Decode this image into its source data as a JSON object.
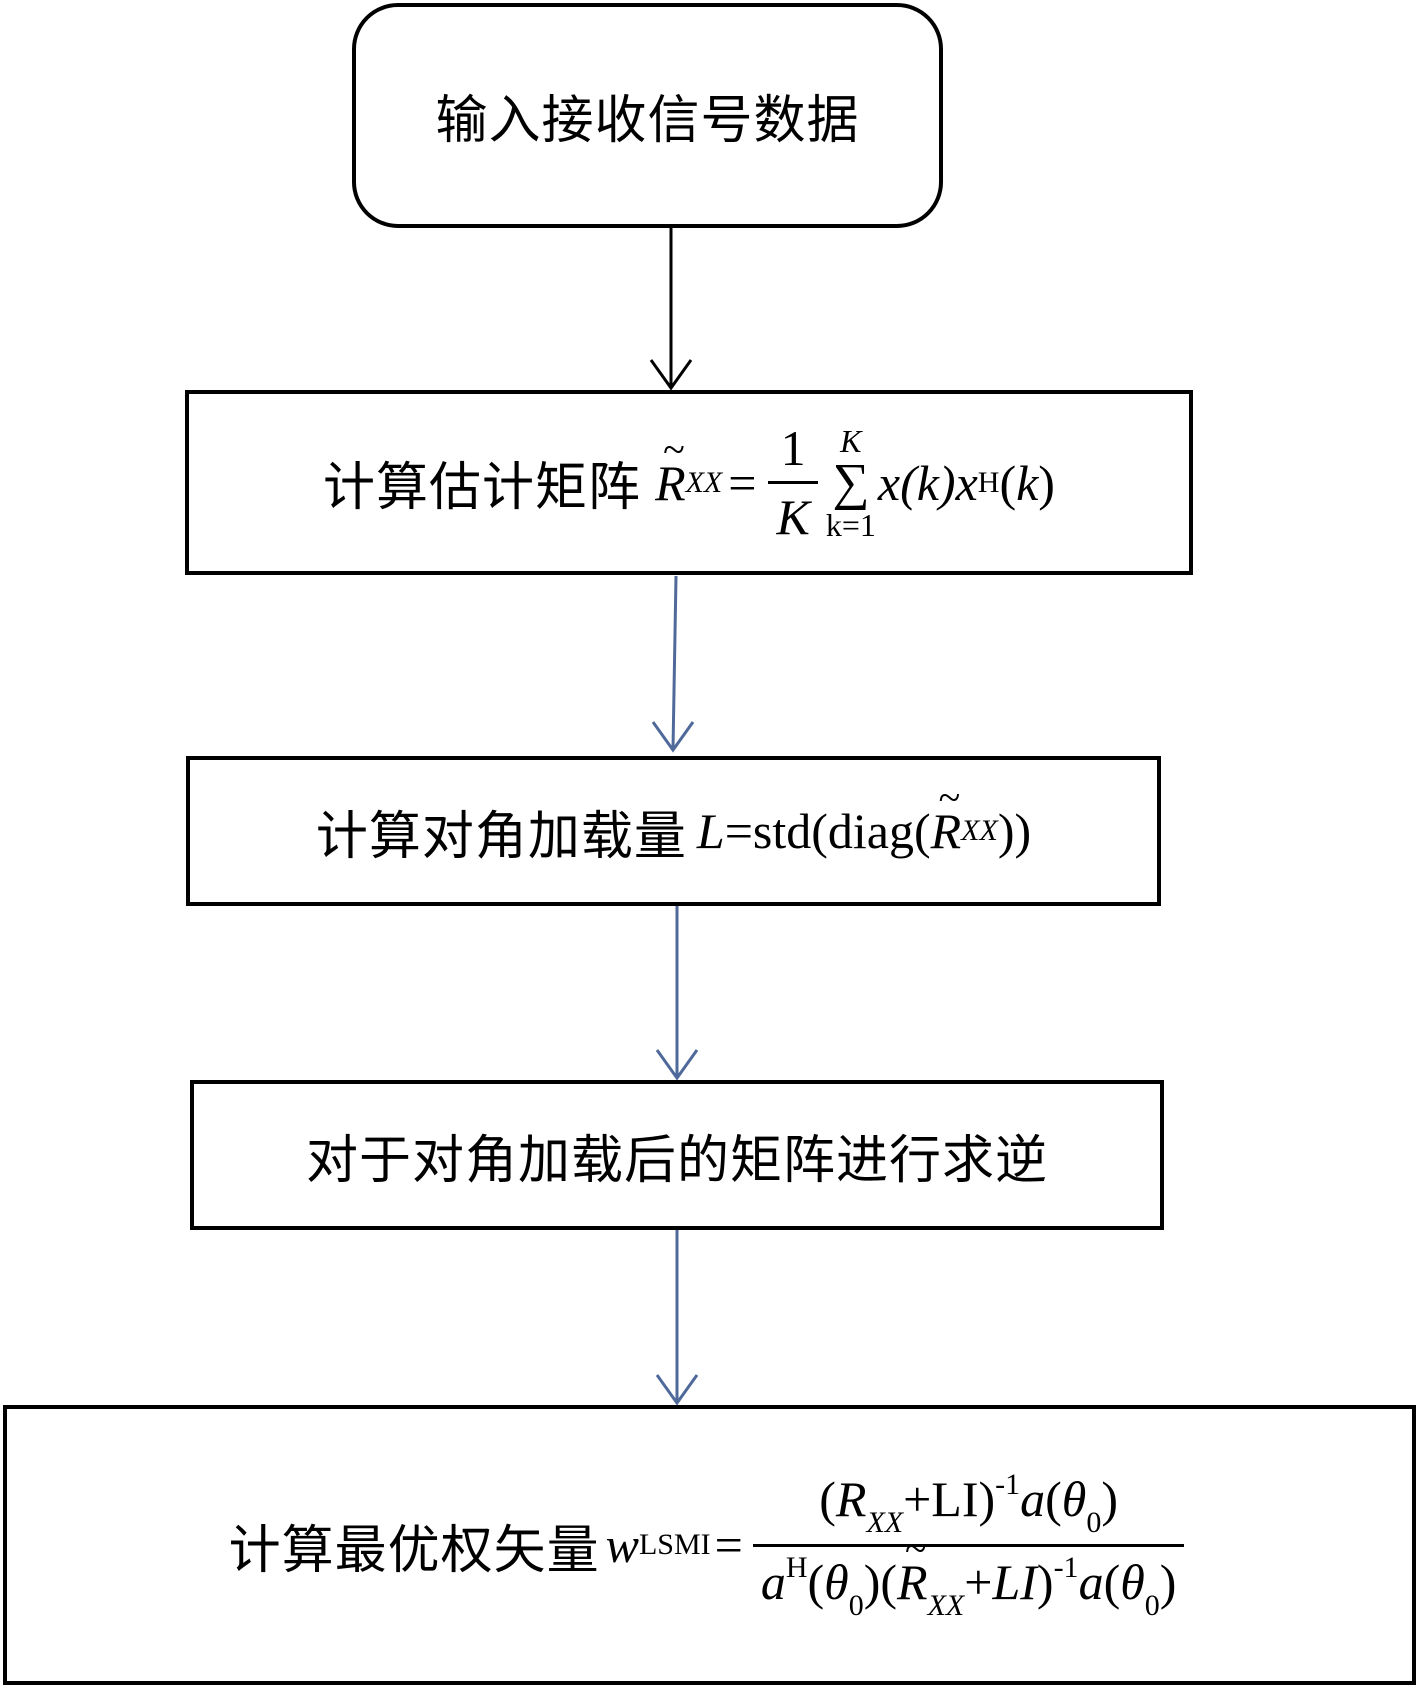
{
  "steps": [
    {
      "label": "输入接收信号数据"
    },
    {
      "label": "计算估计矩阵"
    },
    {
      "label": "计算对角加载量"
    },
    {
      "label": "对于对角加载后的矩阵进行求逆"
    },
    {
      "label": "计算最优权矢量"
    }
  ],
  "math": {
    "R": "R",
    "XX": "XX",
    "eq": "=",
    "one": "1",
    "K": "K",
    "k_eq_1": "k=1",
    "sigma": "∑",
    "sum_body_1": "x(",
    "k": "k",
    "sum_body_2": ")x",
    "H": "H",
    "paren_open": "(",
    "paren_close": ")",
    "L": "L",
    "std_open": "=std(diag(",
    "std_close": "))",
    "w": "w",
    "LSMI": "LSMI",
    "num_open": "(R",
    "num_plus": "+LI)",
    "inv": "-1",
    "a": "a",
    "theta": "θ",
    "zero": "0",
    "den_mid": ")(",
    "den_plus": "+",
    "LI": "LI",
    "rparen": ")"
  },
  "colors": {
    "arrow_first": "#000000",
    "arrow_blue": "#4f6a9a"
  }
}
